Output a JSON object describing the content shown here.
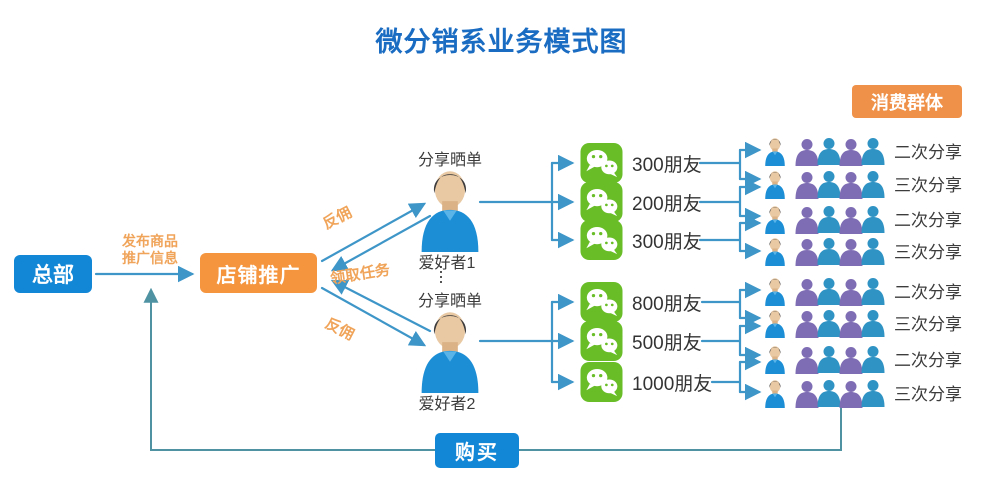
{
  "title": "微分销系业务模式图",
  "consumer_badge": {
    "label": "消费群体"
  },
  "nodes": {
    "hq": "总部",
    "promo": "店铺推广",
    "buy": "购买"
  },
  "edge_labels": {
    "publish_line1": "发布商品",
    "publish_line2": "推广信息",
    "commission_top": "反佣",
    "task": "领取任务",
    "commission_bottom": "反佣"
  },
  "fans": [
    {
      "icon": "person-icon",
      "share_label": "分享晒单",
      "name": "爱好者1"
    },
    {
      "icon": "person-icon",
      "share_label": "分享晒单",
      "name": "爱好者2"
    }
  ],
  "wechat_rows": [
    {
      "icon": "wechat-icon",
      "friends": "300朋友"
    },
    {
      "icon": "wechat-icon",
      "friends": "200朋友"
    },
    {
      "icon": "wechat-icon",
      "friends": "300朋友"
    },
    {
      "icon": "wechat-icon",
      "friends": "800朋友"
    },
    {
      "icon": "wechat-icon",
      "friends": "500朋友"
    },
    {
      "icon": "wechat-icon",
      "friends": "1000朋友"
    }
  ],
  "share_rows": [
    {
      "icon": "crowd-icon",
      "label": "二次分享"
    },
    {
      "icon": "crowd-icon",
      "label": "三次分享"
    },
    {
      "icon": "crowd-icon",
      "label": "二次分享"
    },
    {
      "icon": "crowd-icon",
      "label": "三次分享"
    },
    {
      "icon": "crowd-icon",
      "label": "二次分享"
    },
    {
      "icon": "crowd-icon",
      "label": "三次分享"
    },
    {
      "icon": "crowd-icon",
      "label": "二次分享"
    },
    {
      "icon": "crowd-icon",
      "label": "三次分享"
    }
  ],
  "colors": {
    "title_blue": "#1a6cc2",
    "node_blue": "#1287d6",
    "node_orange": "#f5953e",
    "badge_orange": "#ef9148",
    "arrow_blue": "#3e96c8",
    "loop_teal": "#4f93a3",
    "label_orange": "#f0a45a",
    "text_dark": "#3c3c3c",
    "wechat_green": "#69be28",
    "crowd_purple": "#7e6cb4",
    "crowd_blue": "#2f93c4"
  }
}
